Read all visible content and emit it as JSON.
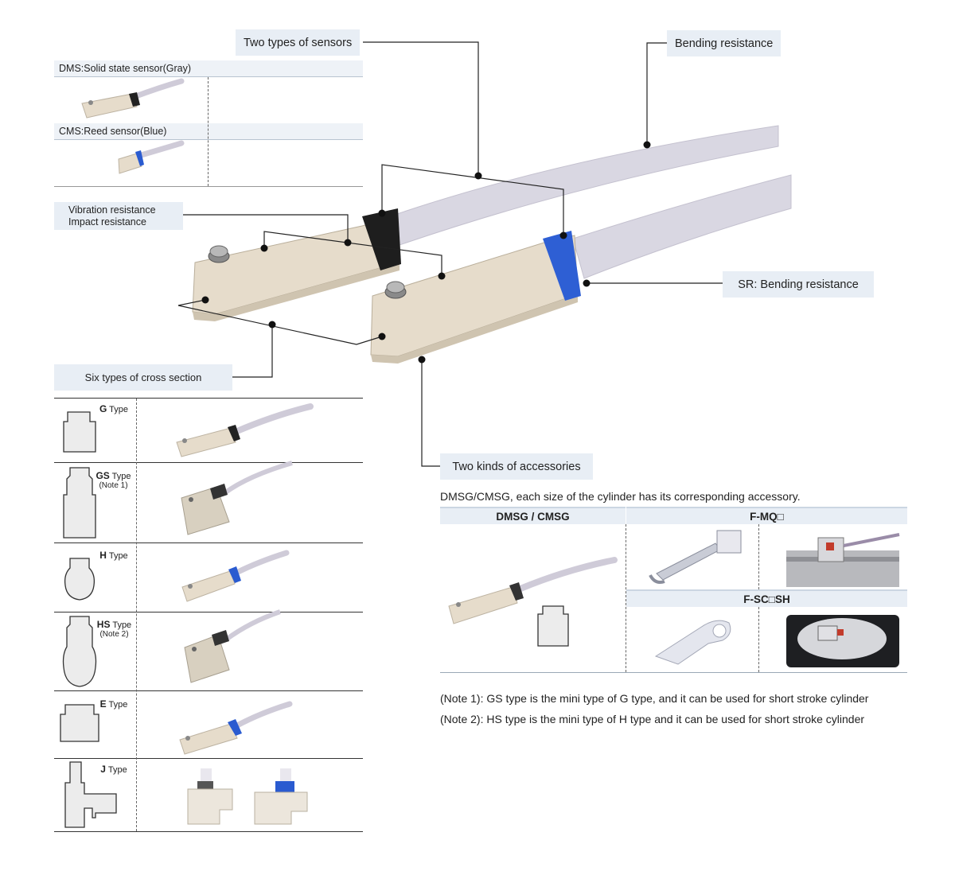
{
  "callouts": {
    "two_types": "Two types of sensors",
    "bending": "Bending resistance",
    "vibration_line1": "Vibration resistance",
    "vibration_line2": "Impact resistance",
    "sr_bending": "SR: Bending resistance",
    "six_types": "Six types of cross section",
    "two_kinds": "Two kinds of accessories"
  },
  "sensor_types": {
    "dms": "DMS:Solid state sensor(Gray)",
    "cms": "CMS:Reed sensor(Blue)"
  },
  "cross_sections": [
    {
      "name": "G",
      "suffix": "Type",
      "note": ""
    },
    {
      "name": "GS",
      "suffix": "Type",
      "note": "(Note 1)"
    },
    {
      "name": "H",
      "suffix": "Type",
      "note": ""
    },
    {
      "name": "HS",
      "suffix": "Type",
      "note": "(Note 2)"
    },
    {
      "name": "E",
      "suffix": "Type",
      "note": ""
    },
    {
      "name": "J",
      "suffix": "Type",
      "note": ""
    }
  ],
  "accessories": {
    "intro": "DMSG/CMSG, each size of the cylinder has its corresponding accessory.",
    "col1_header": "DMSG / CMSG",
    "col2_header": "F-MQ□",
    "col3_header": "F-SC□SH"
  },
  "notes": {
    "note1": "(Note 1): GS type is the mini type of G type, and it can be used for short stroke cylinder",
    "note2": "(Note 2): HS type is the mini type of H type and it can be used for short stroke cylinder"
  },
  "colors": {
    "label_bg": "#e8eef5",
    "sensor_body": "#e6dccb",
    "cable": "#d5d3de",
    "dms_band": "#222222",
    "cms_band": "#2a5bd0"
  }
}
